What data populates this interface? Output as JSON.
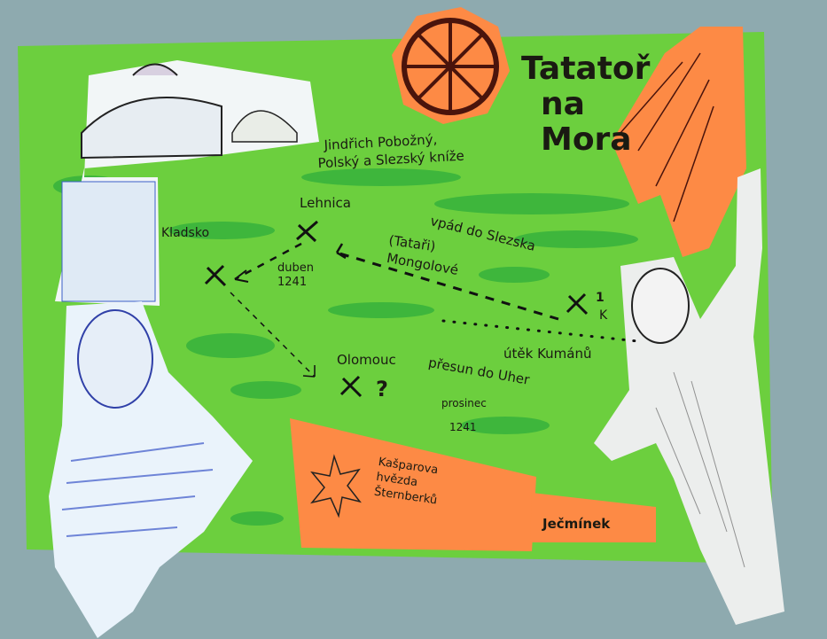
{
  "poster": {
    "title_line1": "Tatatoř",
    "title_line2": "na",
    "title_line3": "Mora",
    "caption_henry_line1": "Jindřich Pobožný,",
    "caption_henry_line2": "Polský a Slezský kníže",
    "places": {
      "lehnice": "Lehnica",
      "kladsko": "Kladsko",
      "olomouc": "Olomouc",
      "question": "?"
    },
    "dates": {
      "april_month": "duben",
      "april_year": "1241",
      "dec_month": "prosinec",
      "dec_year": "1241",
      "partial_year": "1",
      "partial_k": "K"
    },
    "routes": {
      "invasion_silesia": "vpád do Slezska",
      "tatars": "(Tataři)",
      "mongols": "Mongolové",
      "cumans_flight": "útěk Kumánů",
      "move_hungary": "přesun do Uher"
    },
    "notes": {
      "star_line1": "Kašparova",
      "star_line2": "hvězda",
      "star_line3": "Šternberků",
      "jecminek": "Ječmínek"
    }
  },
  "colors": {
    "background": "#8eaaaf",
    "poster_green": "#6ccf3e",
    "crayon_green": "#2fae3c",
    "orange": "#fd8a45",
    "ink": "#1a1a12"
  }
}
